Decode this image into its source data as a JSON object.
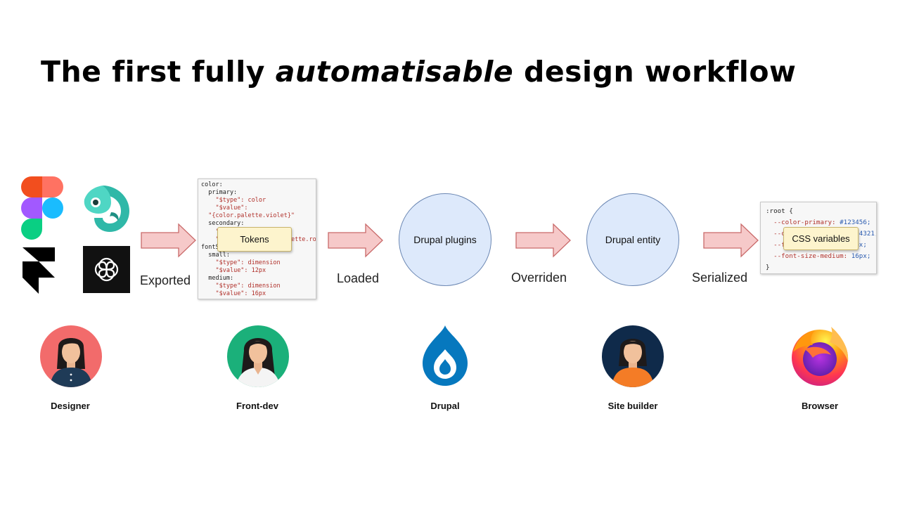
{
  "title": {
    "before": "The first fully ",
    "emphasis": "automatisable",
    "after": " design workflow"
  },
  "steps": {
    "exported": "Exported",
    "loaded": "Loaded",
    "overriden": "Overriden",
    "serialized": "Serialized"
  },
  "nodes": {
    "tokens": "Tokens",
    "drupal_plugins": "Drupal plugins",
    "drupal_entity": "Drupal entity",
    "css_variables": "CSS variables"
  },
  "tokens_code": [
    "color:",
    "  primary:",
    "    \"$type\": color",
    "    \"$value\":",
    "  \"{color.palette.violet}\"",
    "  secondary:",
    "    \"$type\": color",
    "    \"$value\": \"{color.palette.rose}\"",
    "fontSize:",
    "  small:",
    "    \"$type\": dimension",
    "    \"$value\": 12px",
    "  medium:",
    "    \"$type\": dimension",
    "    \"$value\": 16px"
  ],
  "css_code": {
    "open": ":root {",
    "lines": [
      {
        "prop": "--color-primary:",
        "value": "#123456;"
      },
      {
        "prop": "--color-secondary:",
        "value": "#654321;"
      },
      {
        "prop": "--font-size-small:",
        "value": "12px;"
      },
      {
        "prop": "--font-size-medium:",
        "value": "16px;"
      }
    ],
    "close": "}"
  },
  "roles": {
    "designer": "Designer",
    "front_dev": "Front-dev",
    "drupal": "Drupal",
    "site_builder": "Site builder",
    "browser": "Browser"
  },
  "icons": {
    "figma": "figma-icon",
    "chameleon": "chameleon-icon",
    "framer": "framer-icon",
    "tokens_studio": "tokens-studio-icon",
    "drupal": "drupal-drop-icon",
    "firefox": "firefox-icon"
  },
  "colors": {
    "arrow_fill": "#f6c9c9",
    "arrow_stroke": "#c96a6a",
    "circle_fill": "#dde9fb",
    "note_fill": "#fdf4cd",
    "drupal_blue": "#0678be"
  }
}
